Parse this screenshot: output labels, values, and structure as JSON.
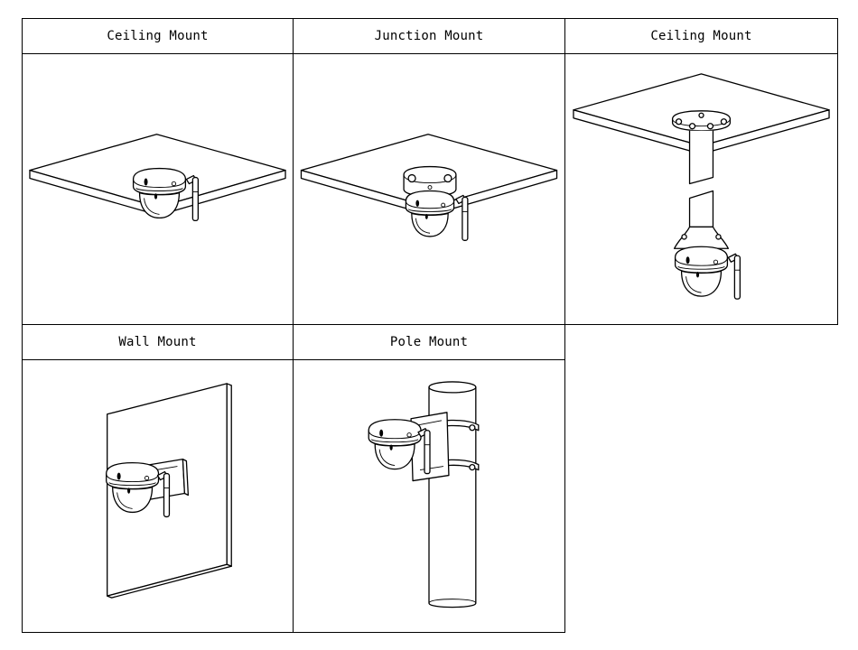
{
  "panels": [
    {
      "title": "Ceiling Mount"
    },
    {
      "title": "Junction Mount"
    },
    {
      "title": "Ceiling Mount"
    },
    {
      "title": "Wall Mount"
    },
    {
      "title": "Pole Mount"
    }
  ]
}
